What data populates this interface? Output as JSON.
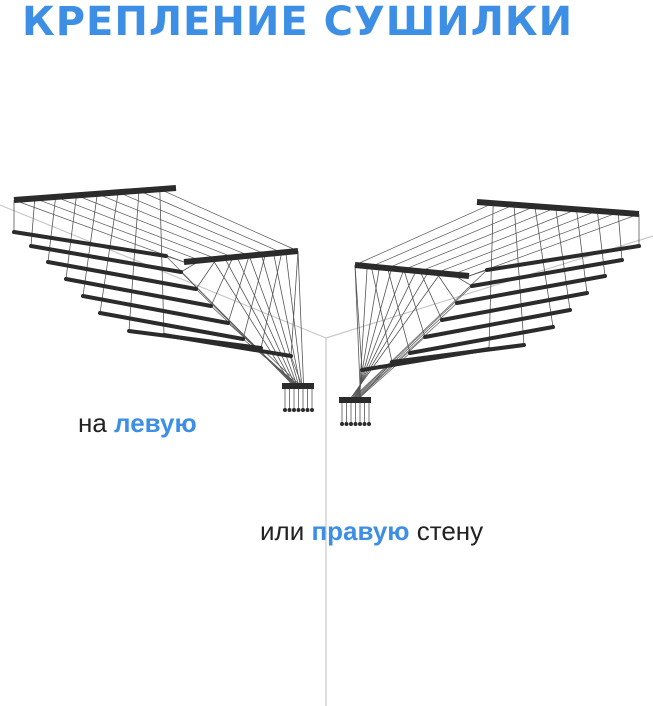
{
  "title": "КРЕПЛЕНИЕ СУШИЛКИ",
  "captions": {
    "left": {
      "prefix": "на ",
      "accent": "левую"
    },
    "right": {
      "prefix": "или ",
      "accent": "правую",
      "suffix": " стену"
    }
  },
  "colors": {
    "accent": "#3d8fe6",
    "text": "#222222",
    "dryer": "#2b2b2b",
    "cord": "#555555",
    "wall_edge": "#c9c9c9"
  },
  "illustration": {
    "subject": "ceiling clothes dryer",
    "variants": [
      "left-wall",
      "right-wall"
    ]
  }
}
